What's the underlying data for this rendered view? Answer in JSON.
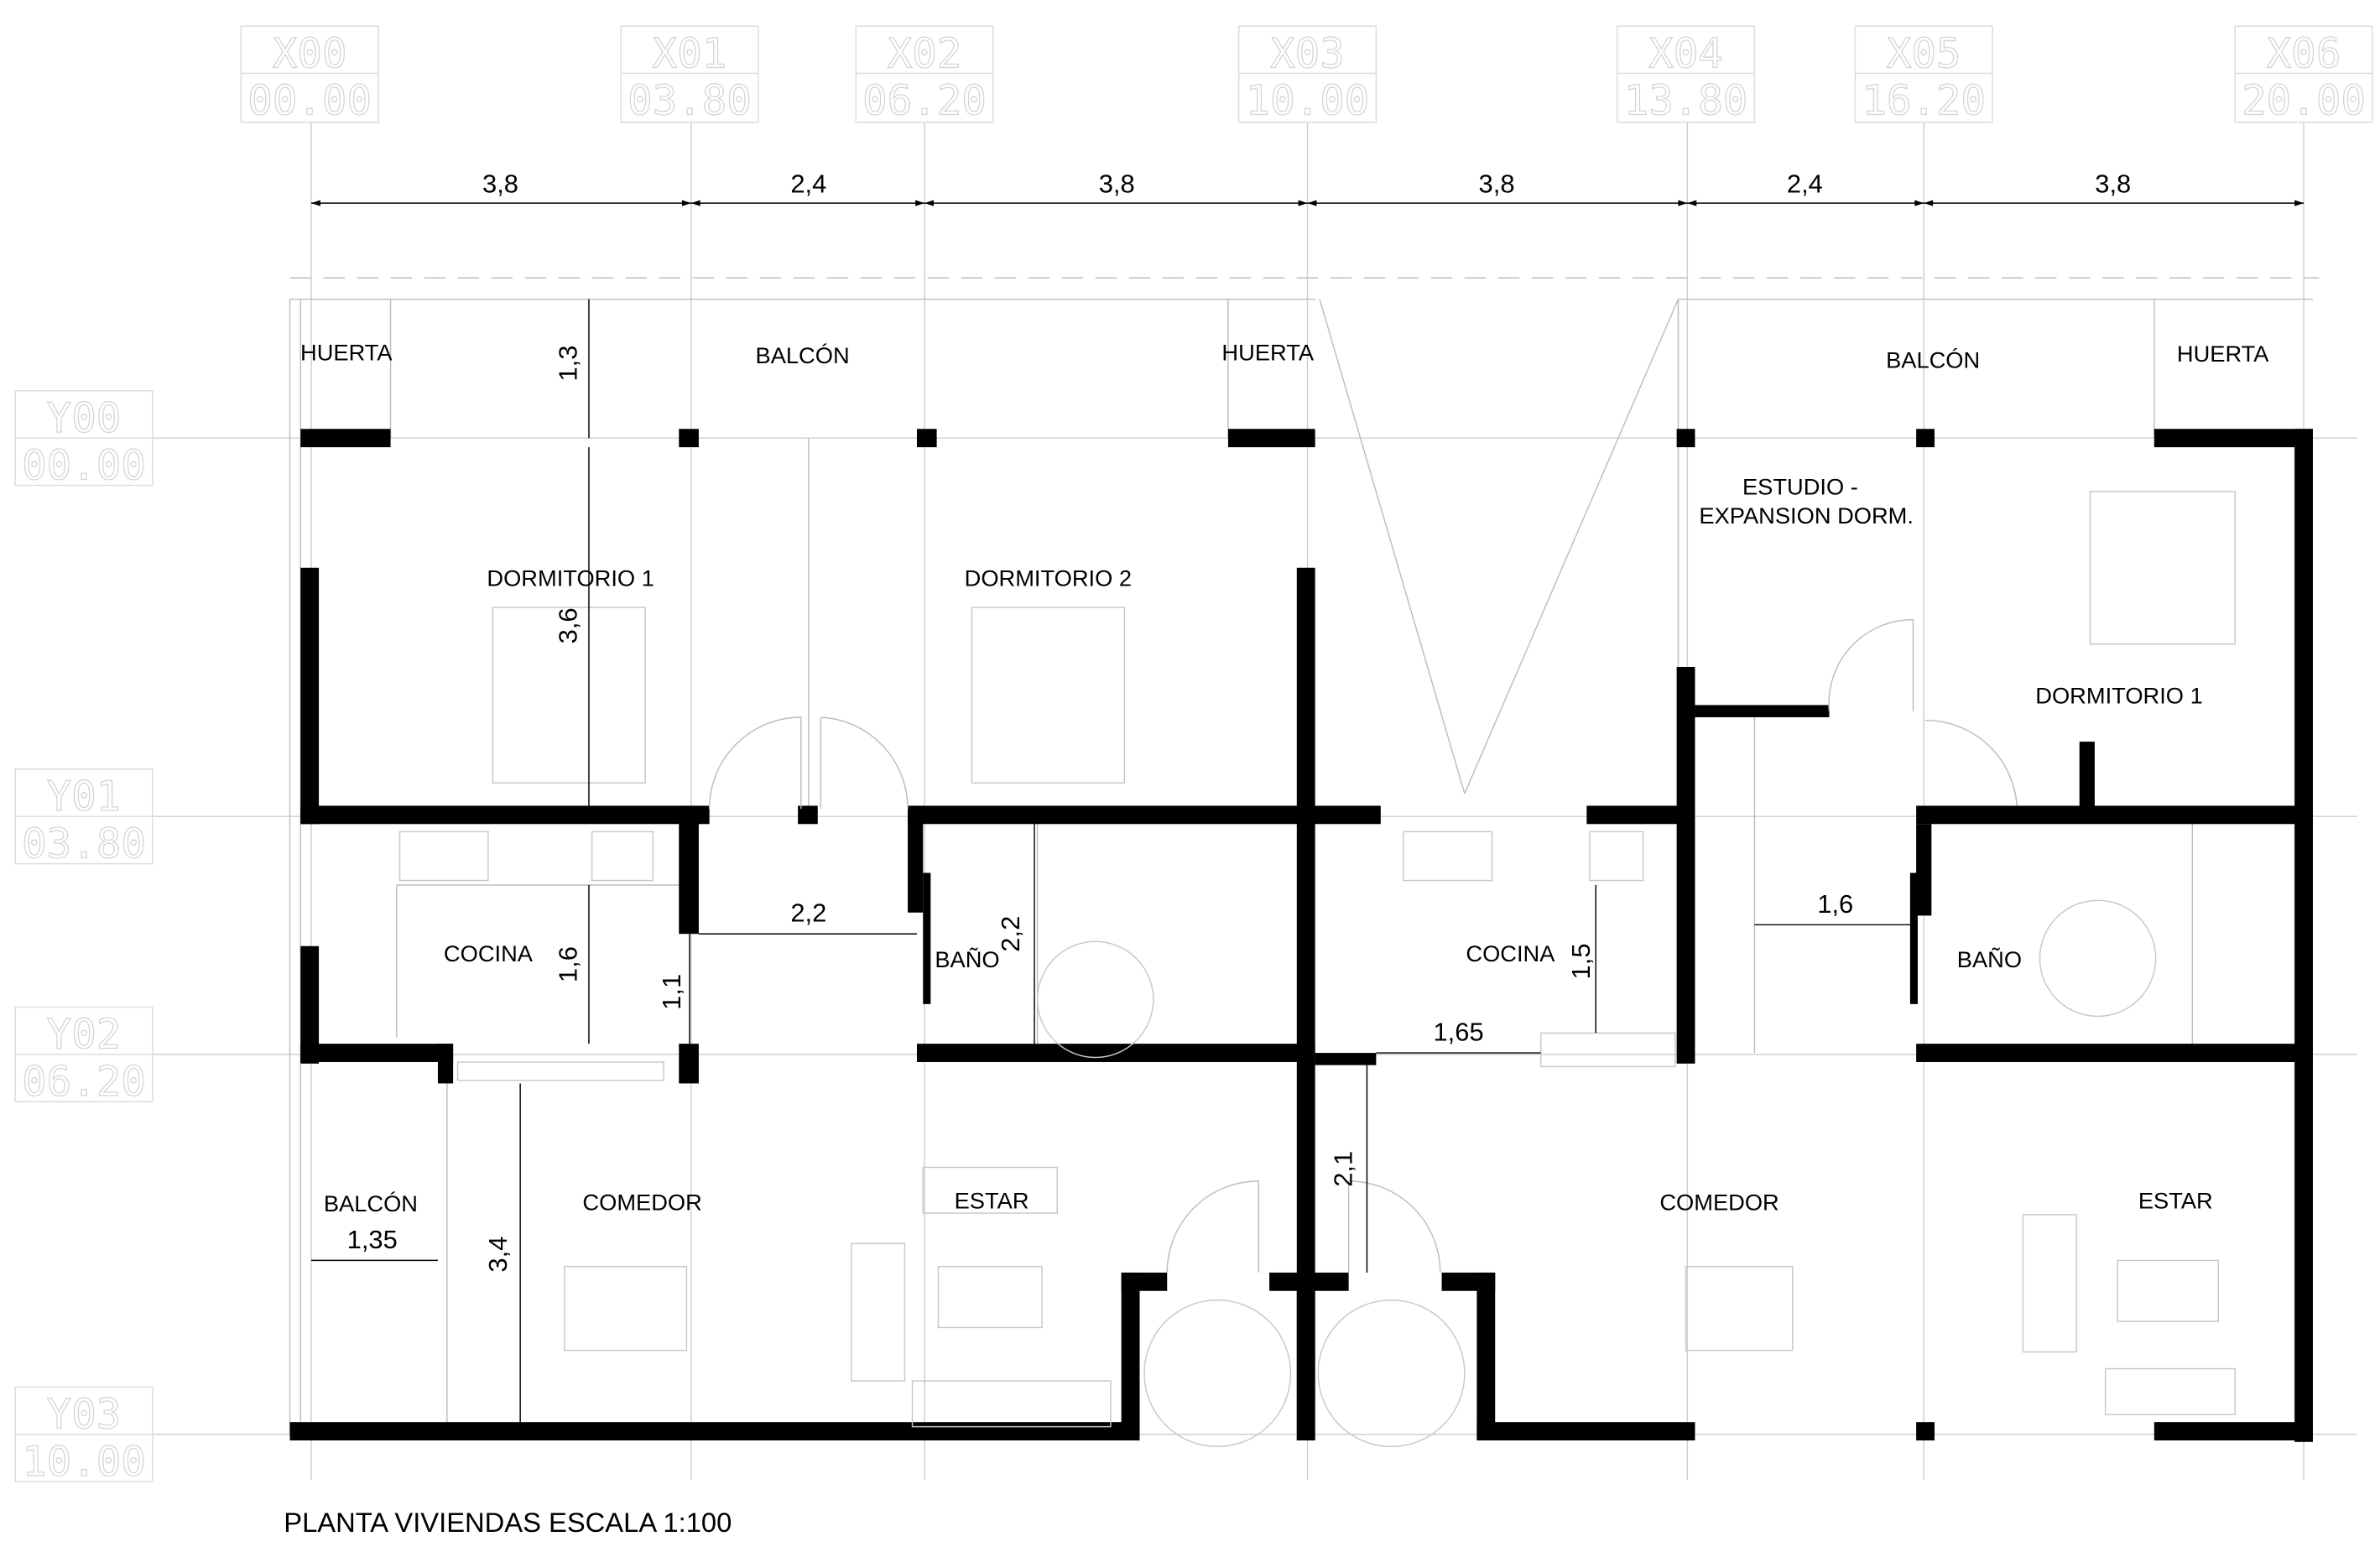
{
  "title": "PLANTA VIVIENDAS ESCALA 1:100",
  "grid_x": [
    {
      "id": "X00",
      "coord": "00.00"
    },
    {
      "id": "X01",
      "coord": "03.80"
    },
    {
      "id": "X02",
      "coord": "06.20"
    },
    {
      "id": "X03",
      "coord": "10.00"
    },
    {
      "id": "X04",
      "coord": "13.80"
    },
    {
      "id": "X05",
      "coord": "16.20"
    },
    {
      "id": "X06",
      "coord": "20.00"
    }
  ],
  "grid_y": [
    {
      "id": "Y00",
      "coord": "00.00"
    },
    {
      "id": "Y01",
      "coord": "03.80"
    },
    {
      "id": "Y02",
      "coord": "06.20"
    },
    {
      "id": "Y03",
      "coord": "10.00"
    }
  ],
  "span_dimensions": [
    "3,8",
    "2,4",
    "3,8",
    "3,8",
    "2,4",
    "3,8"
  ],
  "rooms": {
    "huerta_1": "HUERTA",
    "balcon_1": "BALCÓN",
    "huerta_2": "HUERTA",
    "balcon_2": "BALCÓN",
    "huerta_3": "HUERTA",
    "dormitorio_1a": "DORMITORIO 1",
    "dormitorio_2": "DORMITORIO 2",
    "estudio_line1": "ESTUDIO -",
    "estudio_line2": "EXPANSION DORM.",
    "dormitorio_1b": "DORMITORIO 1",
    "cocina_1": "COCINA",
    "bano_1": "BAÑO",
    "cocina_2": "COCINA",
    "bano_2": "BAÑO",
    "balcon_3": "BALCÓN",
    "comedor_1": "COMEDOR",
    "estar_1": "ESTAR",
    "comedor_2": "COMEDOR",
    "estar_2": "ESTAR"
  },
  "dimensions": {
    "balcony_depth": "1,3",
    "dorm_depth": "3,6",
    "hall_width": "2,2",
    "bath_depth": "2,2",
    "kitchen_depth": "1,6",
    "hall_depth": "1,1",
    "kitchen2_width": "1,65",
    "kitchen2_depth": "1,5",
    "hall2_width": "1,6",
    "balcony_width": "1,35",
    "living_depth": "3,4",
    "entry_depth": "2,1"
  }
}
